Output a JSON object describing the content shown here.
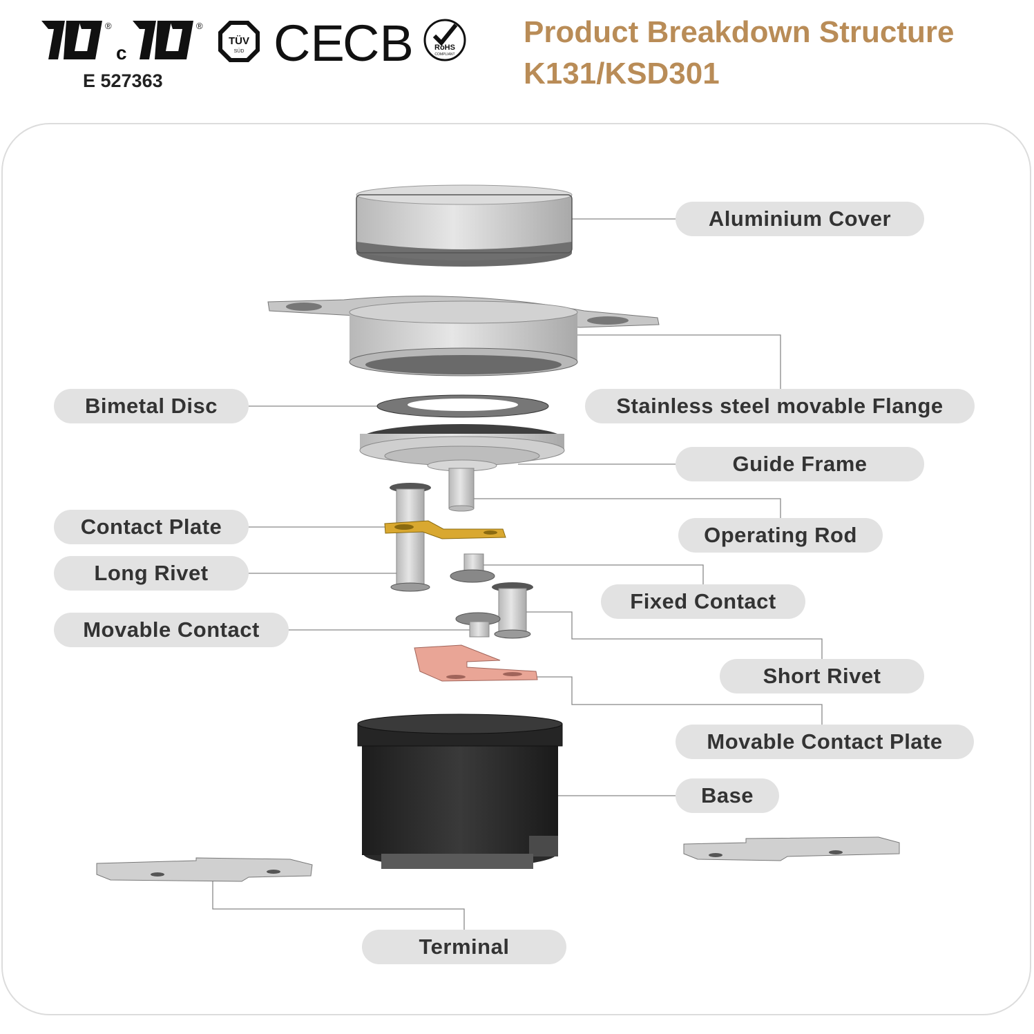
{
  "header": {
    "title_line1": "Product Breakdown Structure",
    "title_line2": "K131/KSD301",
    "cert_number": "E 527363",
    "title_color": "#b98c57",
    "certifications": [
      "UL",
      "cUL",
      "TÜV SÜD",
      "CE",
      "CB",
      "RoHS"
    ],
    "cert_marks": {
      "tuv": "TÜV",
      "tuv_sub": "SÜD",
      "ce": "CE",
      "cb": "CB",
      "rohs": "RoHS",
      "rohs_sub": "COMPLIANT",
      "registered": "®",
      "c": "c"
    }
  },
  "labels": {
    "aluminium_cover": "Aluminium Cover",
    "stainless_flange": "Stainless steel movable Flange",
    "bimetal_disc": "Bimetal Disc",
    "guide_frame": "Guide Frame",
    "contact_plate": "Contact Plate",
    "operating_rod": "Operating Rod",
    "long_rivet": "Long Rivet",
    "fixed_contact": "Fixed Contact",
    "movable_contact": "Movable Contact",
    "short_rivet": "Short Rivet",
    "movable_contact_plate": "Movable Contact Plate",
    "base": "Base",
    "terminal": "Terminal"
  },
  "colors": {
    "metal": "#cfcfcf",
    "metal_dark": "#8a8a8a",
    "brass": "#d9a830",
    "copper": "#e9a596",
    "base": "#2a2a2a",
    "label_bg": "#e2e2e2",
    "leader": "#888888"
  }
}
